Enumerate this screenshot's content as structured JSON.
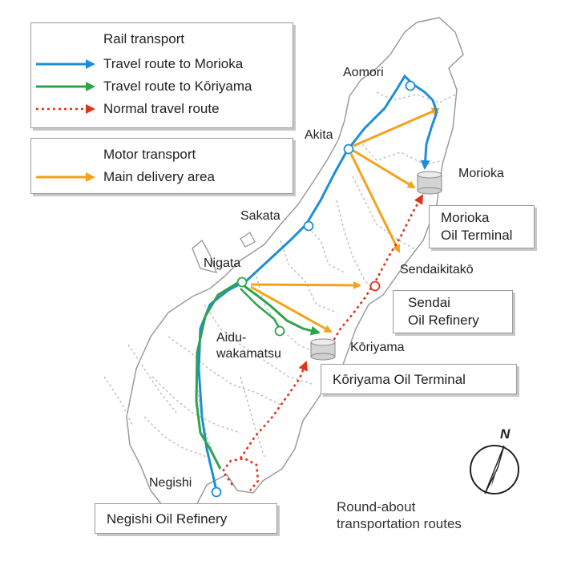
{
  "legend": {
    "rail_title": "Rail transport",
    "rail_items": [
      {
        "label": "Travel route to Morioka",
        "color": "#1e8fd6",
        "style": "solid"
      },
      {
        "label": "Travel route to Kōriyama",
        "color": "#2fa34a",
        "style": "solid"
      },
      {
        "label": "Normal travel route",
        "color": "#e0321c",
        "style": "dotted"
      }
    ],
    "motor_title": "Motor transport",
    "motor_items": [
      {
        "label": "Main delivery area",
        "color": "#f5a21a",
        "style": "solid"
      }
    ]
  },
  "cities": {
    "aomori": "Aomori",
    "akita": "Akita",
    "morioka": "Morioka",
    "sakata": "Sakata",
    "nigata": "Nigata",
    "sendaikitako": "Sendaikitakō",
    "aidu": "Aidu-\nwakamatsu",
    "koriyama": "Kōriyama",
    "negishi": "Negishi"
  },
  "facilities": {
    "morioka_terminal": "Morioka\nOil Terminal",
    "sendai_refinery": "Sendai\nOil Refinery",
    "koriyama_terminal": "Kōriyama Oil Terminal",
    "negishi_refinery": "Negishi Oil Refinery"
  },
  "caption": "Round-about\ntransportation routes",
  "compass": {
    "letter": "N",
    "icon": "north-arrow-icon"
  },
  "colors": {
    "land": "#ffffff",
    "coast": "#9b9b9b",
    "boundary": "#c6c6c6",
    "morioka_route": "#1e8fd6",
    "koriyama_route": "#2fa34a",
    "normal_route": "#e0321c",
    "delivery": "#f5a21a"
  }
}
